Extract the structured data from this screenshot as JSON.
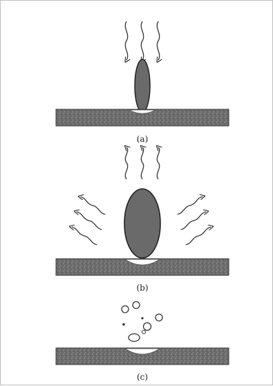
{
  "figure": {
    "panels": [
      {
        "label": "(a)"
      },
      {
        "label": "(b)"
      },
      {
        "label": "(c)"
      }
    ]
  },
  "colors": {
    "surface_fill": "#6c6c6c",
    "surface_edge": "#3a3a3a",
    "particle_fill": "#6a6a6a",
    "line": "#333333"
  }
}
